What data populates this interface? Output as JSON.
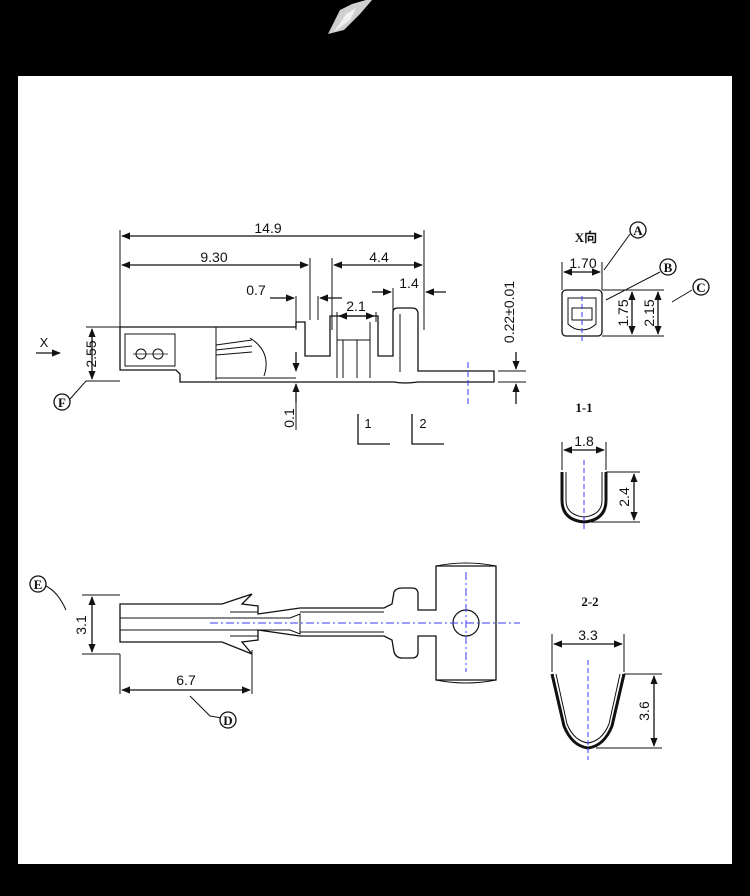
{
  "colors": {
    "background": "#000000",
    "sheet": "#ffffff",
    "line": "#111111",
    "centerline": "#3a3aff",
    "photo_highlight": "#e8e8e8"
  },
  "side_view": {
    "dims": {
      "overall_length": "14.9",
      "contact_length": "9.30",
      "crimp_length": "4.4",
      "gap": "0.7",
      "wire_crimp": "2.1",
      "insulation_crimp": "1.4",
      "height": "2.55",
      "thickness": "0.22±0.01",
      "offset": "0.1"
    },
    "labels": {
      "x_direction": "X",
      "callout_f": "F",
      "section_1": "1",
      "section_2": "2"
    }
  },
  "x_view": {
    "title": "X向",
    "callout_a": "A",
    "callout_b": "B",
    "callout_c": "C",
    "width": "1.70",
    "inner_height": "1.75",
    "outer_height": "2.15"
  },
  "section_1_1": {
    "title": "1-1",
    "width": "1.8",
    "height": "2.4"
  },
  "section_2_2": {
    "title": "2-2",
    "width": "3.3",
    "height": "3.6"
  },
  "top_view": {
    "callout_e": "E",
    "callout_d": "D",
    "width": "3.1",
    "length": "6.7"
  }
}
